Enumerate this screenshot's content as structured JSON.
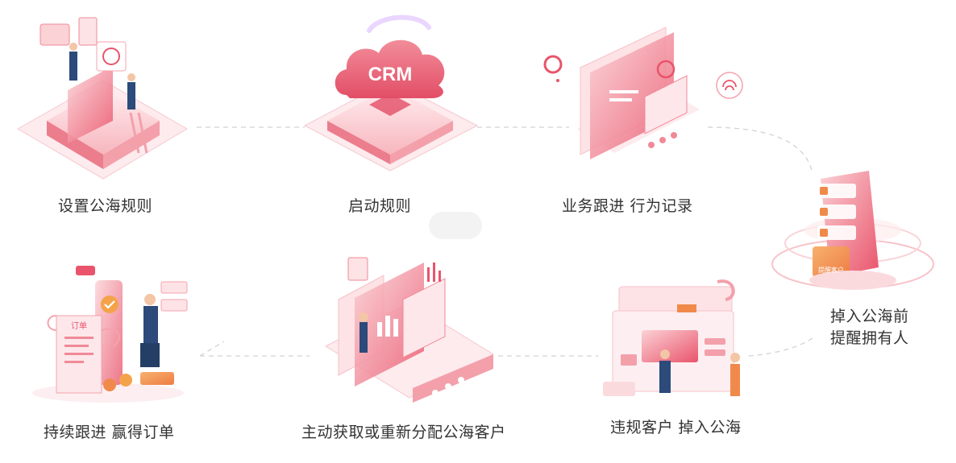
{
  "diagram": {
    "steps": [
      {
        "id": "s1",
        "label": "设置公海规则",
        "icon": "isometric-board-rules"
      },
      {
        "id": "s2",
        "label": "启动规则",
        "icon": "crm-cloud",
        "badge": "CRM"
      },
      {
        "id": "s3",
        "label": "业务跟进 行为记录",
        "icon": "isometric-screens-wifi"
      },
      {
        "id": "s4",
        "label_line1": "掉入公海前",
        "label_line2": "提醒拥有人",
        "icon": "phone-notification",
        "badge": "提醒客户"
      },
      {
        "id": "s5",
        "label": "违规客户 掉入公海",
        "icon": "dashboard-people"
      },
      {
        "id": "s6",
        "label": "主动获取或重新分配公海客户",
        "icon": "isometric-charts-person"
      },
      {
        "id": "s7",
        "label": "持续跟进  赢得订单",
        "icon": "order-receipt-person",
        "badge": "订单"
      }
    ],
    "colors": {
      "accent": "#e9546b",
      "accent_light": "#f7b6be",
      "accent_orange": "#f08a4b",
      "connector": "#cfcfcf",
      "text": "#333333"
    }
  }
}
